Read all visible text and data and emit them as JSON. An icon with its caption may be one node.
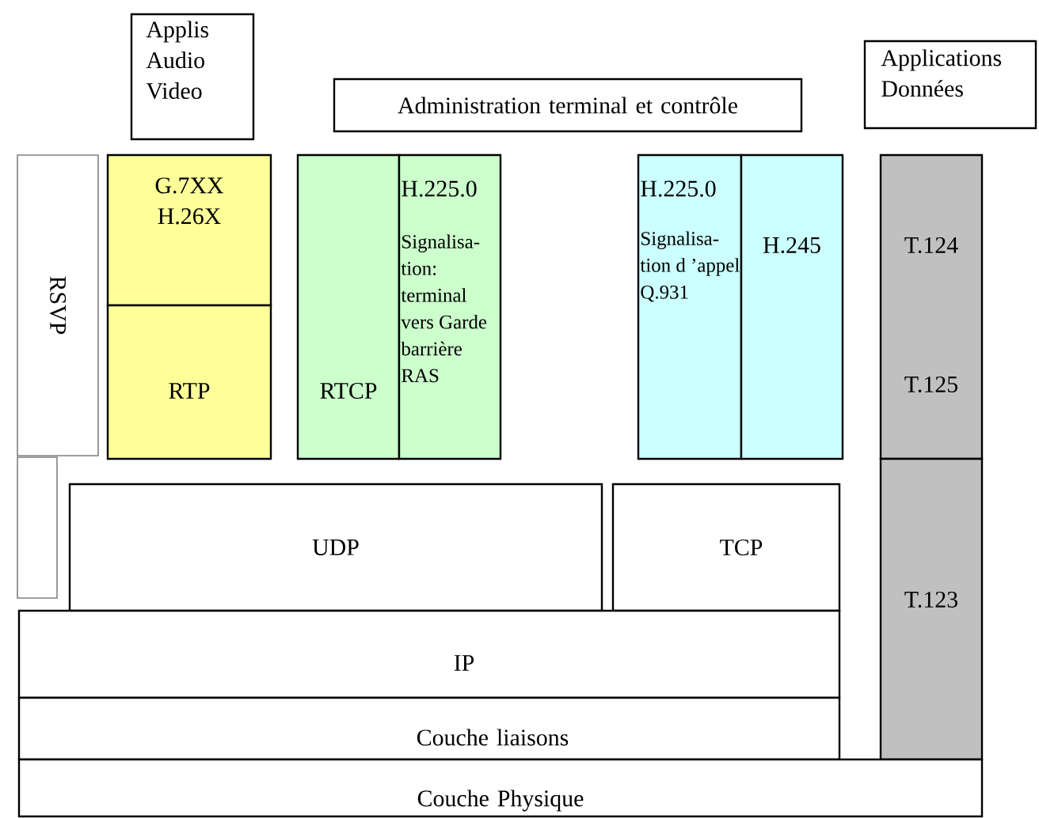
{
  "diagram": {
    "nodes": [
      {
        "text": [
          "Applis Audio Video"
        ]
      },
      {
        "text": [
          "Administration terminal et contrôle"
        ]
      },
      {
        "text": [
          "Applications Données"
        ]
      },
      {
        "text": [
          "RSVP"
        ]
      },
      {
        "text": [],
        "shape": "box"
      },
      {
        "text": [
          "G.7XX H.26X"
        ]
      },
      {
        "text": [
          "RTP"
        ]
      },
      {
        "text": [
          "RTCP"
        ]
      },
      {
        "text": [
          "H.225.0",
          "Signalisa- tion: terminal vers Garde barrière RAS"
        ]
      },
      {
        "text": [
          "H.225.0",
          "Signalisa- tion d ’appel Q.931"
        ]
      },
      {
        "text": [
          "H.245"
        ]
      },
      {
        "text": [
          "T.124",
          "T.125"
        ]
      },
      {
        "text": [
          "T.123"
        ]
      },
      {
        "text": [
          "UDP"
        ]
      },
      {
        "text": [
          "TCP"
        ]
      },
      {
        "text": [
          "IP"
        ]
      },
      {
        "text": [
          "Couche liaisons"
        ]
      },
      {
        "text": [
          "Couche Physique"
        ]
      }
    ]
  }
}
